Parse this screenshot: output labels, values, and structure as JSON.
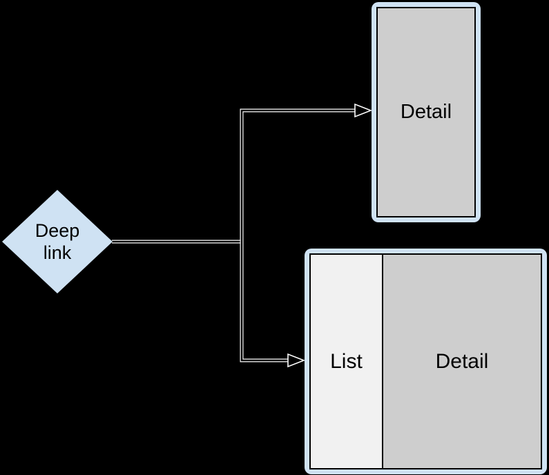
{
  "diagram": {
    "colors": {
      "background": "#000000",
      "frame_blue": "#cfe2f3",
      "detail_gray": "#cecece",
      "list_gray": "#f1f1f1",
      "line": "#ffffff",
      "ink": "#000000"
    },
    "nodes": {
      "deep_link": {
        "shape": "diamond",
        "label": "Deep link"
      },
      "phone": {
        "shape": "phone-frame",
        "label": "Detail"
      },
      "tablet": {
        "shape": "tablet-frame",
        "list_label": "List",
        "detail_label": "Detail"
      }
    },
    "edges": [
      {
        "from": "deep_link",
        "to": "phone"
      },
      {
        "from": "deep_link",
        "to": "tablet"
      }
    ]
  }
}
